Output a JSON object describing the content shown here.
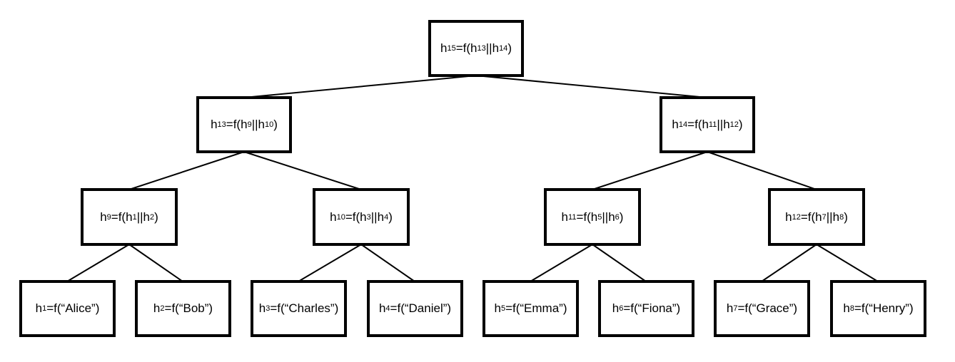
{
  "nodes": {
    "h15": {
      "lhs": "h",
      "lhs_sub": "15",
      "eq": "=f(",
      "a": "h",
      "a_sub": "13",
      "sep": "||",
      "b": "h",
      "b_sub": "14",
      "close": ")"
    },
    "h13": {
      "lhs": "h",
      "lhs_sub": "13",
      "eq": "=f(",
      "a": "h",
      "a_sub": "9",
      "sep": "||",
      "b": "h",
      "b_sub": "10",
      "close": ")"
    },
    "h14": {
      "lhs": "h",
      "lhs_sub": "14",
      "eq": "=f(",
      "a": "h",
      "a_sub": "11",
      "sep": "||",
      "b": "h",
      "b_sub": "12",
      "close": ")"
    },
    "h9": {
      "lhs": "h",
      "lhs_sub": "9",
      "eq": "=f(",
      "a": "h",
      "a_sub": "1",
      "sep": "||",
      "b": "h",
      "b_sub": "2",
      "close": ")"
    },
    "h10": {
      "lhs": "h",
      "lhs_sub": "10",
      "eq": "=f(",
      "a": "h",
      "a_sub": "3",
      "sep": "||",
      "b": "h",
      "b_sub": "4",
      "close": ")"
    },
    "h11": {
      "lhs": "h",
      "lhs_sub": "11",
      "eq": "=f(",
      "a": "h",
      "a_sub": "5",
      "sep": "||",
      "b": "h",
      "b_sub": "6",
      "close": ")"
    },
    "h12": {
      "lhs": "h",
      "lhs_sub": "12",
      "eq": "=f(",
      "a": "h",
      "a_sub": "7",
      "sep": "||",
      "b": "h",
      "b_sub": "8",
      "close": ")"
    },
    "h1": {
      "lhs": "h",
      "lhs_sub": "1",
      "rhs": "=f(“Alice”)"
    },
    "h2": {
      "lhs": "h",
      "lhs_sub": "2",
      "rhs": "=f(“Bob”)"
    },
    "h3": {
      "lhs": "h",
      "lhs_sub": "3",
      "rhs": "=f(“Charles”)"
    },
    "h4": {
      "lhs": "h",
      "lhs_sub": "4",
      "rhs": "=f(“Daniel”)"
    },
    "h5": {
      "lhs": "h",
      "lhs_sub": "5",
      "rhs": "=f(“Emma”)"
    },
    "h6": {
      "lhs": "h",
      "lhs_sub": "6",
      "rhs": "=f(“Fiona”)"
    },
    "h7": {
      "lhs": "h",
      "lhs_sub": "7",
      "rhs": "=f(“Grace”)"
    },
    "h8": {
      "lhs": "h",
      "lhs_sub": "8",
      "rhs": "=f(“Henry”)"
    }
  },
  "edges": [
    [
      "h15",
      "h13"
    ],
    [
      "h15",
      "h14"
    ],
    [
      "h13",
      "h9"
    ],
    [
      "h13",
      "h10"
    ],
    [
      "h14",
      "h11"
    ],
    [
      "h14",
      "h12"
    ],
    [
      "h9",
      "h1"
    ],
    [
      "h9",
      "h2"
    ],
    [
      "h10",
      "h3"
    ],
    [
      "h10",
      "h4"
    ],
    [
      "h11",
      "h5"
    ],
    [
      "h11",
      "h6"
    ],
    [
      "h12",
      "h7"
    ],
    [
      "h12",
      "h8"
    ]
  ],
  "colors": {
    "stroke": "#000000",
    "background": "#ffffff"
  }
}
